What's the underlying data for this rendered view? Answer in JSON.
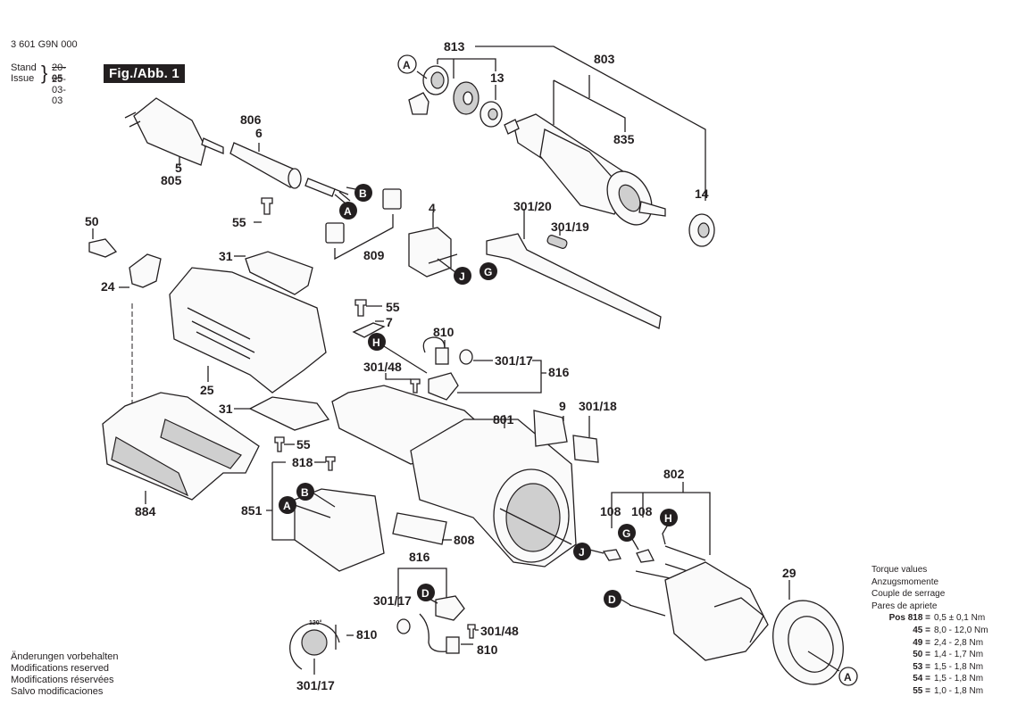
{
  "header": {
    "document_number": "3 601 G9N 000",
    "stand_label": "Stand",
    "issue_label": "Issue",
    "old_date": "20-05",
    "issue_date": "25-03-03",
    "figure_label": "Fig./Abb. 1"
  },
  "modifications_notice": [
    "Änderungen vorbehalten",
    "Modifications reserved",
    "Modifications réservées",
    "Salvo modificaciones"
  ],
  "torque_table": {
    "titles": [
      "Torque values",
      "Anzugsmomente",
      "Couple de serrage",
      "Pares de apriete"
    ],
    "rows": [
      {
        "pos": "Pos 818 =",
        "value": "0,5 ± 0,1 Nm"
      },
      {
        "pos": "45 =",
        "value": "8,0 - 12,0 Nm"
      },
      {
        "pos": "49 =",
        "value": "2,4 - 2,8 Nm"
      },
      {
        "pos": "50 =",
        "value": "1,4 - 1,7 Nm"
      },
      {
        "pos": "53 =",
        "value": "1,5 - 1,8 Nm"
      },
      {
        "pos": "54 =",
        "value": "1,5 - 1,8 Nm"
      },
      {
        "pos": "55 =",
        "value": "1,0 - 1,8 Nm"
      }
    ]
  },
  "part_labels": {
    "p813": "813",
    "p803": "803",
    "p13": "13",
    "p835": "835",
    "p14": "14",
    "p806": "806",
    "p6": "6",
    "p5": "5",
    "p805": "805",
    "p50": "50",
    "p55a": "55",
    "p31a": "31",
    "p809": "809",
    "p24": "24",
    "p4": "4",
    "p301_20": "301/20",
    "p301_19": "301/19",
    "p55b": "55",
    "p7": "7",
    "p810a": "810",
    "p301_48a": "301/48",
    "p301_17a": "301/17",
    "p816a": "816",
    "p25": "25",
    "p31b": "31",
    "p55c": "55",
    "p818": "818",
    "p851": "851",
    "p884": "884",
    "p801": "801",
    "p9": "9",
    "p301_18": "301/18",
    "p808": "808",
    "p802": "802",
    "p108a": "108",
    "p108b": "108",
    "p29": "29",
    "p816b": "816",
    "p301_17b": "301/17",
    "p301_48b": "301/48",
    "p810b": "810",
    "p810c": "810",
    "p301_17c": "301/17",
    "angle": "120°"
  },
  "connector_badges": {
    "A": "A",
    "B": "B",
    "D": "D",
    "G": "G",
    "H": "H",
    "J": "J"
  }
}
